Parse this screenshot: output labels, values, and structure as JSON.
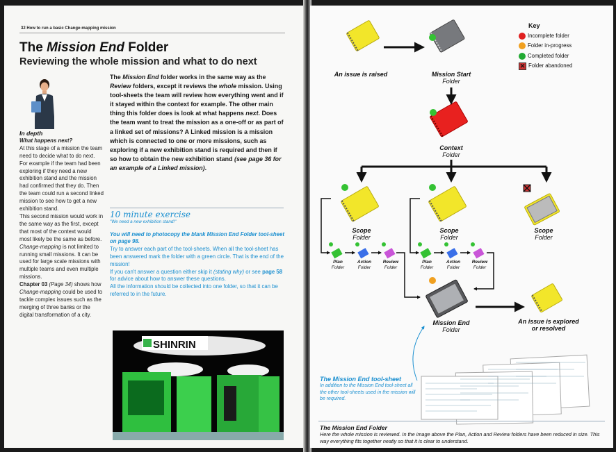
{
  "left_page": {
    "running_head": "32 How to run a basic Change-mapping mission",
    "title_prefix": "The",
    "title_em": "Mission End",
    "title_suffix": "Folder",
    "subtitle": "Reviewing the whole mission and what to do next",
    "sidebar": {
      "heading": "In depth",
      "question": "What happens next?",
      "p1": "At this stage of a mission the team need to decide what to do next. For example if the team had been exploring if they need a new exhibition stand and the mission had confirmed that they do. Then the team could run a second linked mission to see how to get a new exhibition stand.",
      "p2": "This second mission would work in the same way as the first, except that most of the context would most likely be the same as before.",
      "p3_em": "Change-mapping",
      "p3": " is not limited to running small missions. It can be used for large scale missions with multiple teams and even multiple missions.",
      "p4_bold": "Chapter 03",
      "p4_ref": " (Page 34)",
      "p4": " shows how ",
      "p4_em": "Change-mapping",
      "p4_end": " could be used to tackle complex issues such as the merging of three banks or the digital transformation of a city."
    },
    "main_text": {
      "s1": "The ",
      "s1_em": "Mission End",
      "s2": " folder works in the same way as the ",
      "s2_em": "Review",
      "s3": " folders, except it reviews the ",
      "s3_em": "whole",
      "s4": " mission. Using tool-sheets the team will review how everything went and if it stayed within the context for example. The other main thing this folder does is look at what happens ",
      "s4_em": "next",
      "s5": ". Does the team want to treat the mission as a one-off or as part of a linked set of missions? A Linked mission is a mission which is connected to one or more missions, such as exploring if a new exhibition stand is required and then if so how to obtain the new exhibition stand ",
      "s5_em": "(see page 36 for an example of a Linked mission)",
      "s6": "."
    },
    "exercise": {
      "title": "10 minute exercise",
      "subtitle": "\"We need a new exhibition stand!\"",
      "need": "You will need to photocopy the blank Mission End Folder tool-sheet on page 98.",
      "p1": "Try to answer each part of the tool-sheets. When all the tool-sheet has been answered mark the folder with a green circle. That is the end of the mission!",
      "p2a": "If you can't answer a question either skip it ",
      "p2_em": "(stating why)",
      "p2b": " or see ",
      "p2_ref": "page 58",
      "p2c": " for advice about how to answer these questions.",
      "p3": "All the information should be collected into one folder, so that it can be referred to in the future."
    },
    "photo_sign": "SHINRIN"
  },
  "right_page": {
    "key": {
      "title": "Key",
      "items": [
        {
          "label": "Incomplete folder",
          "color": "#e02020"
        },
        {
          "label": "Folder in-progress",
          "color": "#f0a020"
        },
        {
          "label": "Completed folder",
          "color": "#22aa33"
        },
        {
          "label": "Folder abandoned",
          "color": "#cc3333"
        }
      ]
    },
    "diagram": {
      "issue_raised": "An issue is raised",
      "mission_start": "Mission Start",
      "folder_word": "Folder",
      "context": "Context",
      "scope": "Scope",
      "plan": "Plan",
      "action": "Action",
      "review": "Review",
      "mission_end": "Mission End",
      "issue_explored_1": "An issue is explored",
      "issue_explored_2": "or resolved"
    },
    "toolsheet": {
      "title": "The Mission End tool-sheet",
      "text": "In addition to the Mission End tool-sheet all the other tool-sheets used in the mission will be required."
    },
    "caption": {
      "title": "The Mission End Folder",
      "text": "Here the whole mission is reviewed. In the image above the Plan, Action and Review folders have been reduced in size. This way everything fits together neatly so that it is clear to understand."
    },
    "colors": {
      "yellow": "#f2e62a",
      "red": "#e8211f",
      "grey": "#77797d",
      "green": "#34c233",
      "blue": "#3a6fe8",
      "pink": "#c955d8",
      "orange": "#f0a020",
      "accent_blue": "#1a8fd0"
    }
  }
}
